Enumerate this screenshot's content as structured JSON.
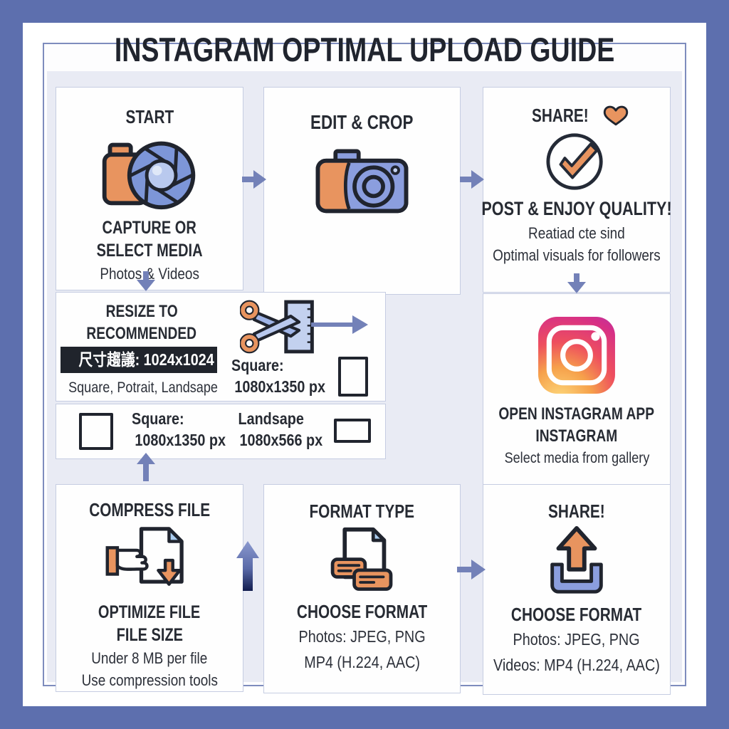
{
  "title": "INSTAGRAM OPTIMAL UPLOAD GUIDE",
  "steps": {
    "capture": {
      "heading": "START",
      "icon": "camera-aperture-icon",
      "subtitle_line1": "CAPTURE OR",
      "subtitle_line2": "SELECT MEDIA",
      "caption": "Photos & Videos"
    },
    "edit": {
      "heading": "EDIT & CROP",
      "icon": "camera-icon"
    },
    "post": {
      "heading": "SHARE!",
      "icons": "heart-icon, check-circle-icon",
      "subtitle": "POST & ENJOY QUALITY!",
      "caption_line1": "Reatiad cte sind",
      "caption_line2": "Optimal visuals for followers"
    },
    "resize": {
      "heading_line1": "RESIZE TO",
      "heading_line2": "RECOMMENDED",
      "icon": "scissors-crop-icon",
      "badge": "尺寸趨議: 1024x1024",
      "caption": "Square, Potrait, Landsape",
      "portrait_label": "Square:",
      "portrait_size": "1080x1350 px"
    },
    "resize_sizes": {
      "square_label": "Square:",
      "square_size": "1080x1350 px",
      "landscape_label": "Landsape",
      "landscape_size": "1080x566 px"
    },
    "open_app": {
      "icon": "instagram-icon",
      "line1": "OPEN INSTAGRAM APP",
      "line2": "INSTAGRAM",
      "caption": "Select media from gallery"
    },
    "compress": {
      "heading": "COMPRESS FILE",
      "icon": "compress-file-icon",
      "subtitle_line1": "OPTIMIZE FILE",
      "subtitle_line2": "FILE SIZE",
      "caption_line1": "Under 8 MB per file",
      "caption_line2": "Use compression tools"
    },
    "format": {
      "heading": "FORMAT TYPE",
      "icon": "file-format-icon",
      "subtitle": "CHOOSE FORMAT",
      "caption_line1": "Photos: JPEG, PNG",
      "caption_line2": "MP4 (H.224, AAC)"
    },
    "share": {
      "heading": "SHARE!",
      "icon": "upload-icon",
      "subtitle": "CHOOSE FORMAT",
      "caption_line1": "Photos: JPEG, PNG",
      "caption_line2": "Videos: MP4 (H.224, AAC)"
    }
  },
  "colors": {
    "frame": "#5d6fae",
    "panel_bg": "#e9ebf4",
    "box_bg": "#fefefe",
    "arrow": "#7381b8",
    "accent_orange": "#e8945f",
    "accent_blue": "#8b9ede",
    "outline_dark": "#20242e",
    "badge_bg": "#20242c",
    "badge_text": "#ffffff",
    "instagram_gradient": "#fdd97c → #ee4f5e → #9d3bbf"
  }
}
